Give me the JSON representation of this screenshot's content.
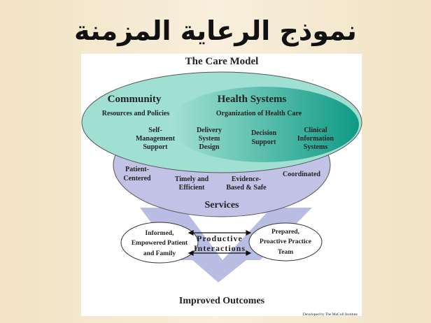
{
  "slide_title": "نموذج الرعاية المزمنة",
  "diagram": {
    "heading": "The Care Model",
    "community": {
      "label": "Community",
      "sub": "Resources and Policies"
    },
    "health_systems": {
      "label": "Health Systems",
      "sub": "Organization of Health Care"
    },
    "components": [
      [
        "Self-",
        "Management",
        "Support"
      ],
      [
        "Delivery",
        "System",
        "Design"
      ],
      [
        "Decision",
        "Support"
      ],
      [
        "Clinical",
        "Information",
        "Systems"
      ]
    ],
    "services": {
      "label": "Services",
      "items": [
        [
          "Patient-",
          "Centered"
        ],
        [
          "Timely and",
          "Efficient"
        ],
        [
          "Evidence-",
          "Based & Safe"
        ],
        [
          "Coordinated"
        ]
      ]
    },
    "patient": [
      "Informed,",
      "Empowered Patient",
      "and Family"
    ],
    "interactions": [
      "Productive",
      "Interactions"
    ],
    "team": [
      "Prepared,",
      "Proactive Practice",
      "Team"
    ],
    "outcome": "Improved Outcomes",
    "credit": "Developed by The MaColl Institute"
  },
  "colors": {
    "outer": "#9fe0d2",
    "inner_dark": "#0e9a85",
    "services": "#c2c2e6",
    "arrow": "#b3b6e0"
  }
}
